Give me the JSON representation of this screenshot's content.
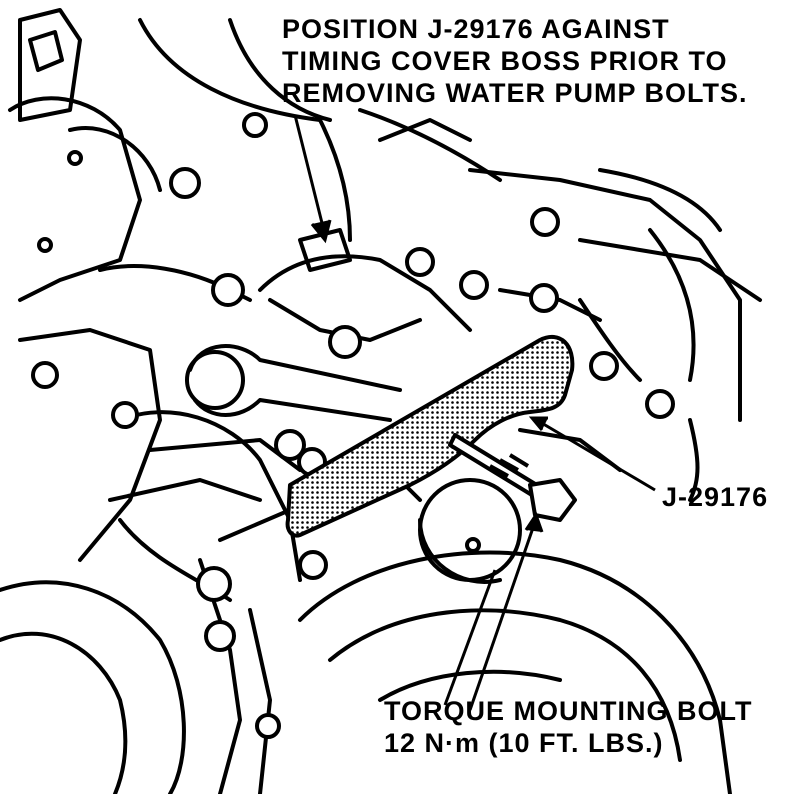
{
  "callouts": {
    "position_note": {
      "lines": [
        "POSITION J-29176 AGAINST",
        "TIMING COVER BOSS PRIOR TO",
        "REMOVING WATER PUMP BOLTS."
      ]
    },
    "tool_label": "J-29176",
    "torque_note": {
      "lines": [
        "TORQUE MOUNTING BOLT",
        "12 N·m (10 FT. LBS.)"
      ]
    }
  },
  "colors": {
    "ink": "#000000",
    "paper": "#ffffff",
    "tool_fill": "#bdbdbd"
  }
}
